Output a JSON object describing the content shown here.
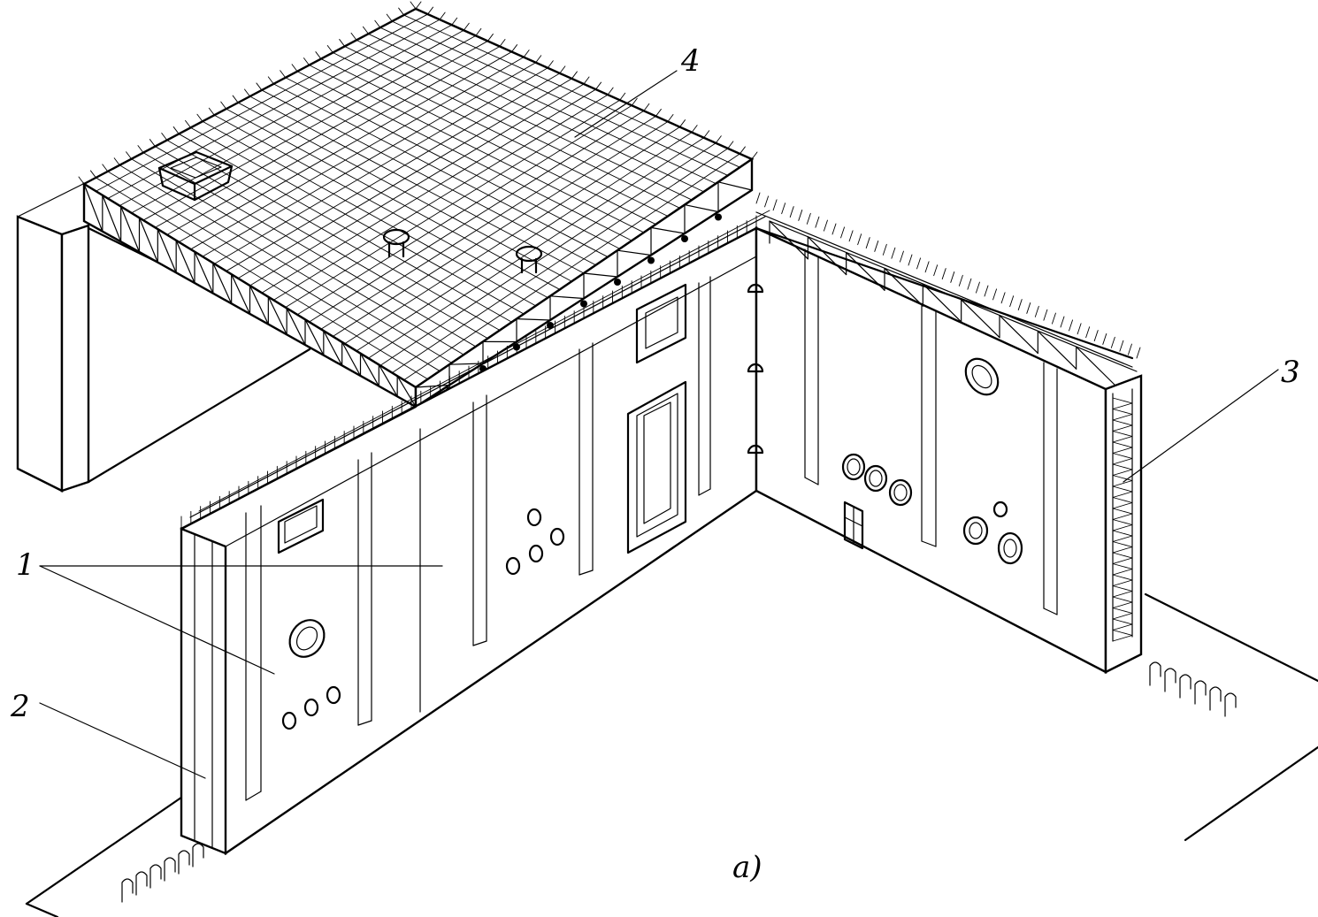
{
  "labels": {
    "l1": "1",
    "l2": "2",
    "l3": "3",
    "l4": "4",
    "caption": "a)"
  },
  "colors": {
    "ink": "#000000",
    "paper": "#ffffff"
  }
}
